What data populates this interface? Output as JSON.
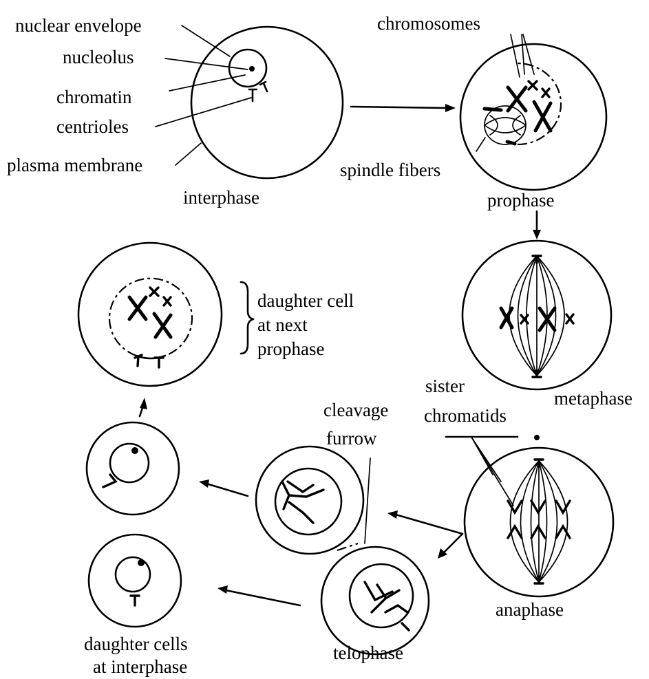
{
  "labels": {
    "nuclear_envelope": "nuclear envelope",
    "nucleolus": "nucleolus",
    "chromatin": "chromatin",
    "centrioles": "centrioles",
    "plasma_membrane": "plasma membrane",
    "interphase": "interphase",
    "chromosomes": "chromosomes",
    "spindle_fibers": "spindle fibers",
    "prophase": "prophase",
    "metaphase": "metaphase",
    "sister_chromatids": [
      "sister",
      "chromatids"
    ],
    "anaphase": "anaphase",
    "cleavage_furrow": [
      "cleavage",
      "furrow"
    ],
    "telophase": "telophase",
    "daughter_cells_interphase": [
      "daughter cells",
      "at interphase"
    ],
    "daughter_cell_prophase": [
      "daughter cell",
      "at next",
      "prophase"
    ]
  },
  "colors": {
    "ink": "#000000",
    "background": "#ffffff"
  }
}
